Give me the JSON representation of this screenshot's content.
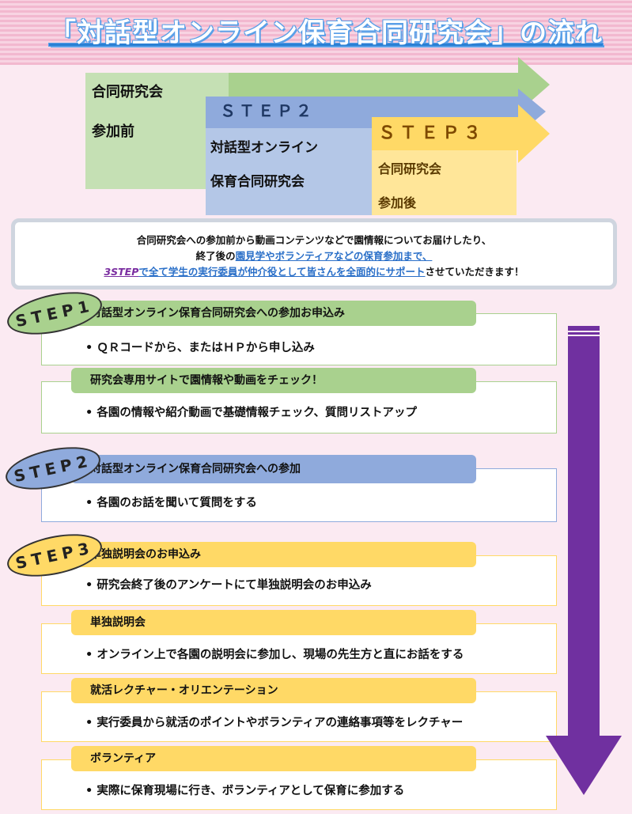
{
  "header": {
    "title": "「対話型オンライン保育合同研究会」の流れ"
  },
  "flow": {
    "step1_title": "合同研究会",
    "step1_sub": "参加前",
    "step2_heading": "ＳＴＥＰ２",
    "step2_title": "対話型オンライン",
    "step2_sub": "保育合同研究会",
    "step3_heading": "ＳＴＥＰ３",
    "step3_title": "合同研究会",
    "step3_sub": "参加後"
  },
  "info": {
    "line1": "合同研究会への参加前から動画コンテンツなどで園情報についてお届けしたり、",
    "line2_prefix": "終了後の",
    "line2_link": "園見学やボランティアなどの保育参加まで、",
    "line3_italic": "3STEP",
    "line3_link": "で全て学生の実行委員が仲介役として皆さんを全面的にサポート",
    "line3_suffix": "させていただきます！"
  },
  "badges": {
    "step1": "STEP1",
    "step2": "STEP2",
    "step3": "STEP3"
  },
  "sections": [
    {
      "header": "対話型オンライン保育合同研究会への参加お申込み",
      "bullet": "• ＱＲコードから、またはＨＰから申し込み"
    },
    {
      "header": "研究会専用サイトで園情報や動画をチェック！",
      "bullet": "• 各園の情報や紹介動画で基礎情報チェック、質問リストアップ"
    },
    {
      "header": "対話型オンライン保育合同研究会への参加",
      "bullet": "• 各園のお話を聞いて質問をする"
    },
    {
      "header": "単独説明会のお申込み",
      "bullet": "• 研究会終了後のアンケートにて単独説明会のお申込み"
    },
    {
      "header": "単独説明会",
      "bullet": "• オンライン上で各園の説明会に参加し、現場の先生方と直にお話をする"
    },
    {
      "header": "就活レクチャー・オリエンテーション",
      "bullet": "• 実行委員から就活のポイントやボランティアの連絡事項等をレクチャー"
    },
    {
      "header": "ボランティア",
      "bullet": "• 実際に保育現場に行き、ボランティアとして保育に参加する"
    }
  ],
  "colors": {
    "green": "#a9d18e",
    "green_light": "#c5e0b4",
    "blue": "#8faadc",
    "blue_light": "#b4c7e7",
    "yellow": "#ffd966",
    "yellow_light": "#ffe699",
    "purple": "#7030a0"
  }
}
